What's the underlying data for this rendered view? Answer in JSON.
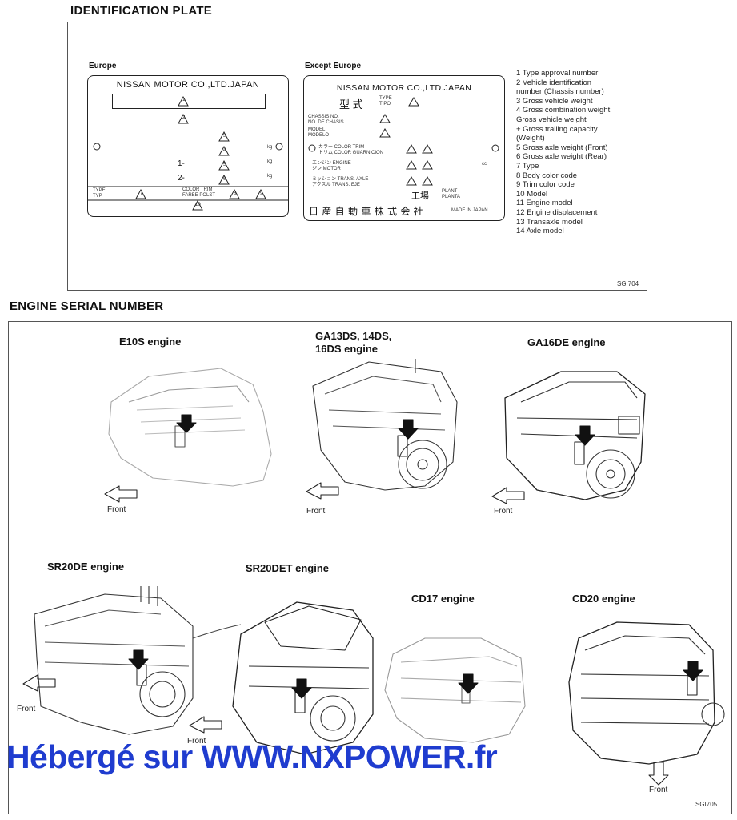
{
  "identification_plate": {
    "section_title": "IDENTIFICATION PLATE",
    "europe": {
      "label": "Europe",
      "maker": "NISSAN MOTOR CO.,LTD.JAPAN",
      "row_1": "1-",
      "row_2": "2-",
      "unit_kg": "kg",
      "type_label": "TYPE\nTYP",
      "color_trim_label": "COLOR TRIM\nFARBE POLST",
      "number_labels": [
        "1",
        "2",
        "3",
        "4",
        "5",
        "6",
        "7",
        "8",
        "9",
        "10"
      ]
    },
    "except_europe": {
      "label": "Except Europe",
      "maker": "NISSAN MOTOR CO.,LTD.JAPAN",
      "kanji_type": "型 式",
      "type_tipo": "TYPE\nTIPO",
      "chassis": "CHASSIS NO.\nNO. DE CHASIS",
      "model": "MODEL\nMODELO",
      "color_trim": "カラー COLOR TRIM\nトリム COLOR GUARNICION",
      "engine": "エンジン ENGINE\nジン MOTOR",
      "transaxle": "ミッション TRANS. AXLE\nアクスル TRANS. EJE",
      "plant_kanji": "工場",
      "plant": "PLANT\nPLANTA",
      "kanji_maker": "日 産 自 動 車 株 式 会 社",
      "made_in": "MADE IN JAPAN",
      "cc": "cc"
    },
    "legend": [
      "1  Type approval number",
      "2  Vehicle identification",
      "    number (Chassis number)",
      "3  Gross vehicle weight",
      "4  Gross combination weight",
      "    Gross vehicle weight",
      "    + Gross trailing capacity",
      "    (Weight)",
      "5  Gross axle weight (Front)",
      "6  Gross axle weight (Rear)",
      "7  Type",
      "8  Body color code",
      "9  Trim color code",
      "10 Model",
      "11 Engine model",
      "12 Engine displacement",
      "13 Transaxle model",
      "14 Axle model"
    ],
    "figure_code": "SGI704"
  },
  "engine_serial": {
    "section_title": "ENGINE SERIAL NUMBER",
    "front_label": "Front",
    "figure_code": "SGI705",
    "engines": [
      {
        "title": "E10S engine"
      },
      {
        "title": "GA13DS, 14DS,\n16DS engine"
      },
      {
        "title": "GA16DE engine"
      },
      {
        "title": "SR20DE engine"
      },
      {
        "title": "SR20DET engine"
      },
      {
        "title": "CD17 engine"
      },
      {
        "title": "CD20 engine"
      }
    ]
  },
  "watermark": "Hébergé sur WWW.NXPOWER.fr"
}
